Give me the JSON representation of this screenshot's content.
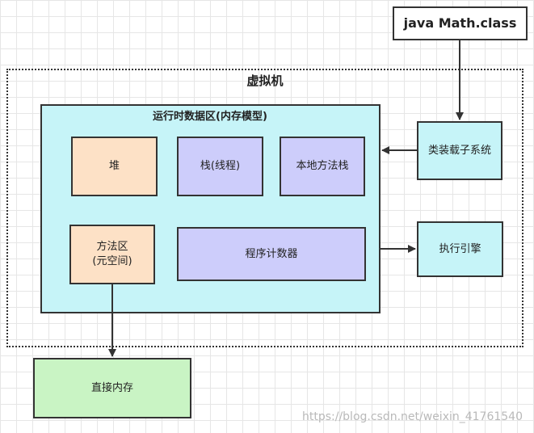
{
  "diagram": {
    "jvm_title": "虚拟机",
    "runtime_title": "运行时数据区(内存模型)",
    "class_file": "java Math.class",
    "heap": "堆",
    "stack": "栈(线程)",
    "native_stack": "本地方法栈",
    "method_area_line1": "方法区",
    "method_area_line2": "(元空间)",
    "pc_register": "程序计数器",
    "class_loader": "类装载子系统",
    "exec_engine": "执行引擎",
    "direct_memory": "直接内存"
  },
  "watermark": "https://blog.csdn.net/weixin_41761540",
  "colors": {
    "cyan": "#c6f4f8",
    "peach": "#fde1c6",
    "lavender": "#cdcdfb",
    "green": "#c9f4c4"
  }
}
